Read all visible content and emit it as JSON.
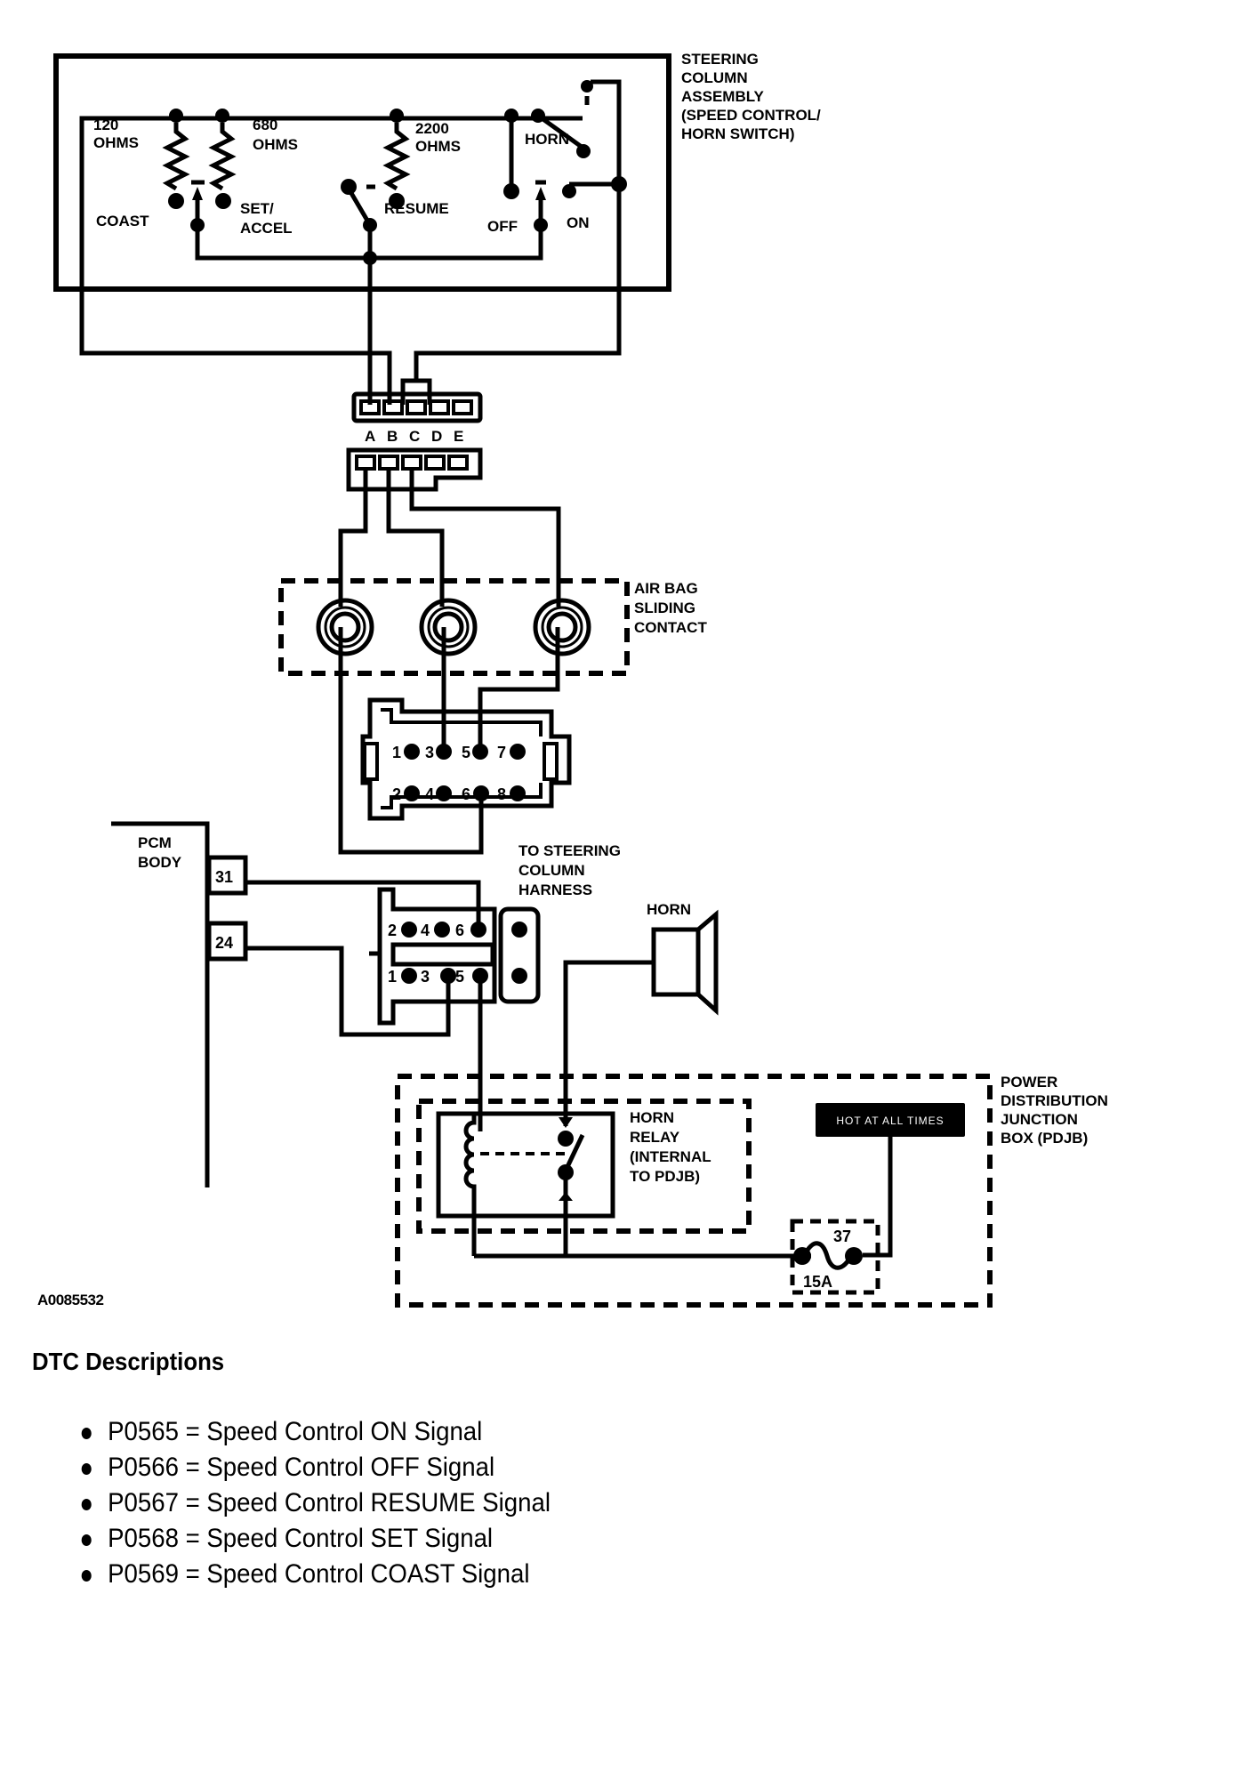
{
  "figure_id": "A0085532",
  "steering_column": {
    "title_lines": [
      "STEERING",
      "COLUMN",
      "ASSEMBLY",
      "(SPEED CONTROL/",
      "HORN SWITCH)"
    ],
    "resistors": [
      {
        "value": "120",
        "unit": "OHMS"
      },
      {
        "value": "680",
        "unit": "OHMS"
      },
      {
        "value": "2200",
        "unit": "OHMS"
      }
    ],
    "switch_labels": {
      "coast": "COAST",
      "set_accel_1": "SET/",
      "set_accel_2": "ACCEL",
      "resume": "RESUME",
      "horn": "HORN",
      "off": "OFF",
      "on": "ON"
    }
  },
  "clockspring_connector": {
    "pins": [
      "A",
      "B",
      "C",
      "D",
      "E"
    ]
  },
  "air_bag_sliding_contact": {
    "label_lines": [
      "AIR BAG",
      "SLIDING",
      "CONTACT"
    ]
  },
  "eight_pin_connector": {
    "top_row": [
      "1",
      "3",
      "5",
      "7"
    ],
    "bottom_row": [
      "2",
      "4",
      "6",
      "8"
    ]
  },
  "pcm": {
    "label_lines": [
      "PCM",
      "BODY"
    ],
    "pins": [
      "31",
      "24"
    ]
  },
  "harness_connector": {
    "label_lines": [
      "TO STEERING",
      "COLUMN",
      "HARNESS"
    ],
    "top_row": [
      "2",
      "4",
      "6"
    ],
    "bottom_row": [
      "1",
      "3",
      "5"
    ]
  },
  "horn": {
    "label": "HORN"
  },
  "horn_relay": {
    "label_lines": [
      "HORN",
      "RELAY",
      "(INTERNAL",
      "TO PDJB)"
    ]
  },
  "pdjb": {
    "label_lines": [
      "POWER",
      "DISTRIBUTION",
      "JUNCTION",
      "BOX (PDJB)"
    ],
    "hot_label": "HOT AT ALL TIMES",
    "fuse_number": "37",
    "fuse_rating": "15A"
  },
  "dtc": {
    "title": "DTC Descriptions",
    "items": [
      "P0565 = Speed Control ON Signal",
      "P0566 = Speed Control OFF Signal",
      "P0567 = Speed Control RESUME Signal",
      "P0568 = Speed Control SET Signal",
      "P0569 = Speed Control COAST Signal"
    ]
  }
}
